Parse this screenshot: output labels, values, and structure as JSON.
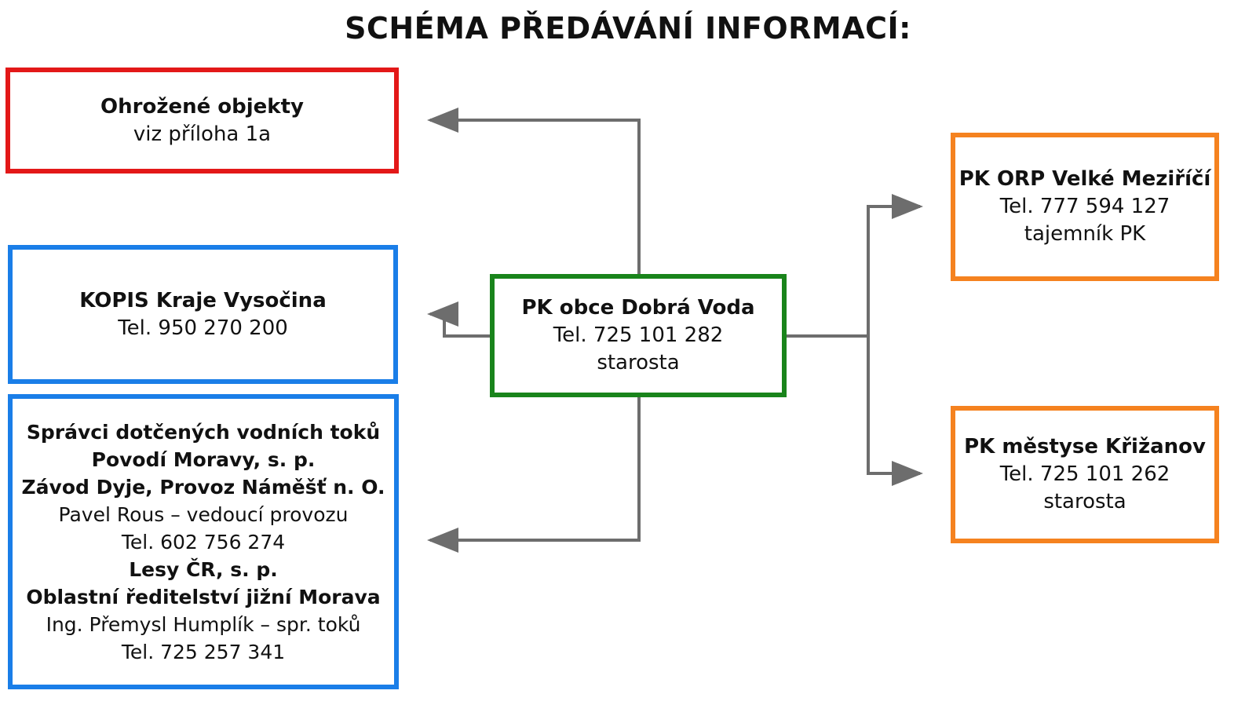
{
  "title": "SCHÉMA PŘEDÁVÁNÍ INFORMACÍ:",
  "colors": {
    "red": "#e31818",
    "blue": "#1a7ee8",
    "green": "#19841b",
    "orange": "#f5821f",
    "connector": "#6d6d6d"
  },
  "nodes": {
    "ohrozene": {
      "lines": [
        {
          "text": "Ohrožené objekty",
          "bold": true
        },
        {
          "text": "viz příloha 1a",
          "bold": false
        }
      ]
    },
    "kopis": {
      "lines": [
        {
          "text": "KOPIS Kraje Vysočina",
          "bold": true
        },
        {
          "text": "Tel. 950 270 200",
          "bold": false
        }
      ]
    },
    "spravci": {
      "lines": [
        {
          "text": "Správci dotčených vodních toků",
          "bold": true
        },
        {
          "text": "Povodí Moravy, s. p.",
          "bold": true
        },
        {
          "text": "Závod Dyje, Provoz Náměšť n. O.",
          "bold": true
        },
        {
          "text": "Pavel Rous – vedoucí provozu",
          "bold": false
        },
        {
          "text": "Tel. 602 756 274",
          "bold": false
        },
        {
          "text": "Lesy ČR, s. p.",
          "bold": true
        },
        {
          "text": "Oblastní ředitelství jižní Morava",
          "bold": true
        },
        {
          "text": "Ing. Přemysl Humplík – spr. toků",
          "bold": false
        },
        {
          "text": "Tel. 725 257 341",
          "bold": false
        }
      ]
    },
    "center": {
      "lines": [
        {
          "text": "PK obce Dobrá Voda",
          "bold": true
        },
        {
          "text": "Tel. 725 101 282",
          "bold": false
        },
        {
          "text": "starosta",
          "bold": false
        }
      ]
    },
    "orp": {
      "lines": [
        {
          "text": "PK ORP Velké Meziříčí",
          "bold": true
        },
        {
          "text": "Tel.  777 594 127",
          "bold": false
        },
        {
          "text": "tajemník PK",
          "bold": false
        }
      ]
    },
    "krizanov": {
      "lines": [
        {
          "text": "PK městyse Křižanov",
          "bold": true
        },
        {
          "text": "Tel. 725 101 262",
          "bold": false
        },
        {
          "text": "starosta",
          "bold": false
        }
      ]
    }
  }
}
